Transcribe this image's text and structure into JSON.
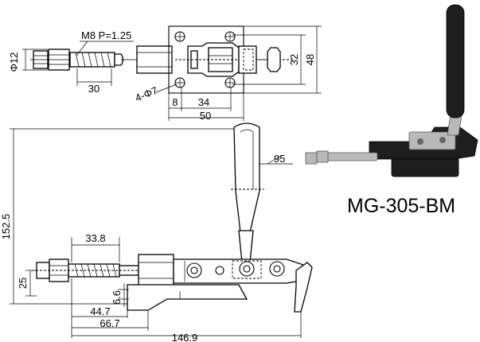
{
  "model": "MG-305-BM",
  "top_view": {
    "thread_label": "M8  P=1.25",
    "diameter_label": "Φ12",
    "length_30": "30",
    "hole_label": "4-Φ7",
    "dim_8": "8",
    "dim_34": "34",
    "dim_50": "50",
    "dim_32": "32",
    "dim_48": "48"
  },
  "side_view": {
    "height_152": "152.5",
    "dim_95": "95",
    "dim_33_8": "33.8",
    "dim_25": "25",
    "dim_6_6": "6.6",
    "dim_44_7": "44.7",
    "dim_66_7": "66.7",
    "dim_146_9": "146.9"
  }
}
